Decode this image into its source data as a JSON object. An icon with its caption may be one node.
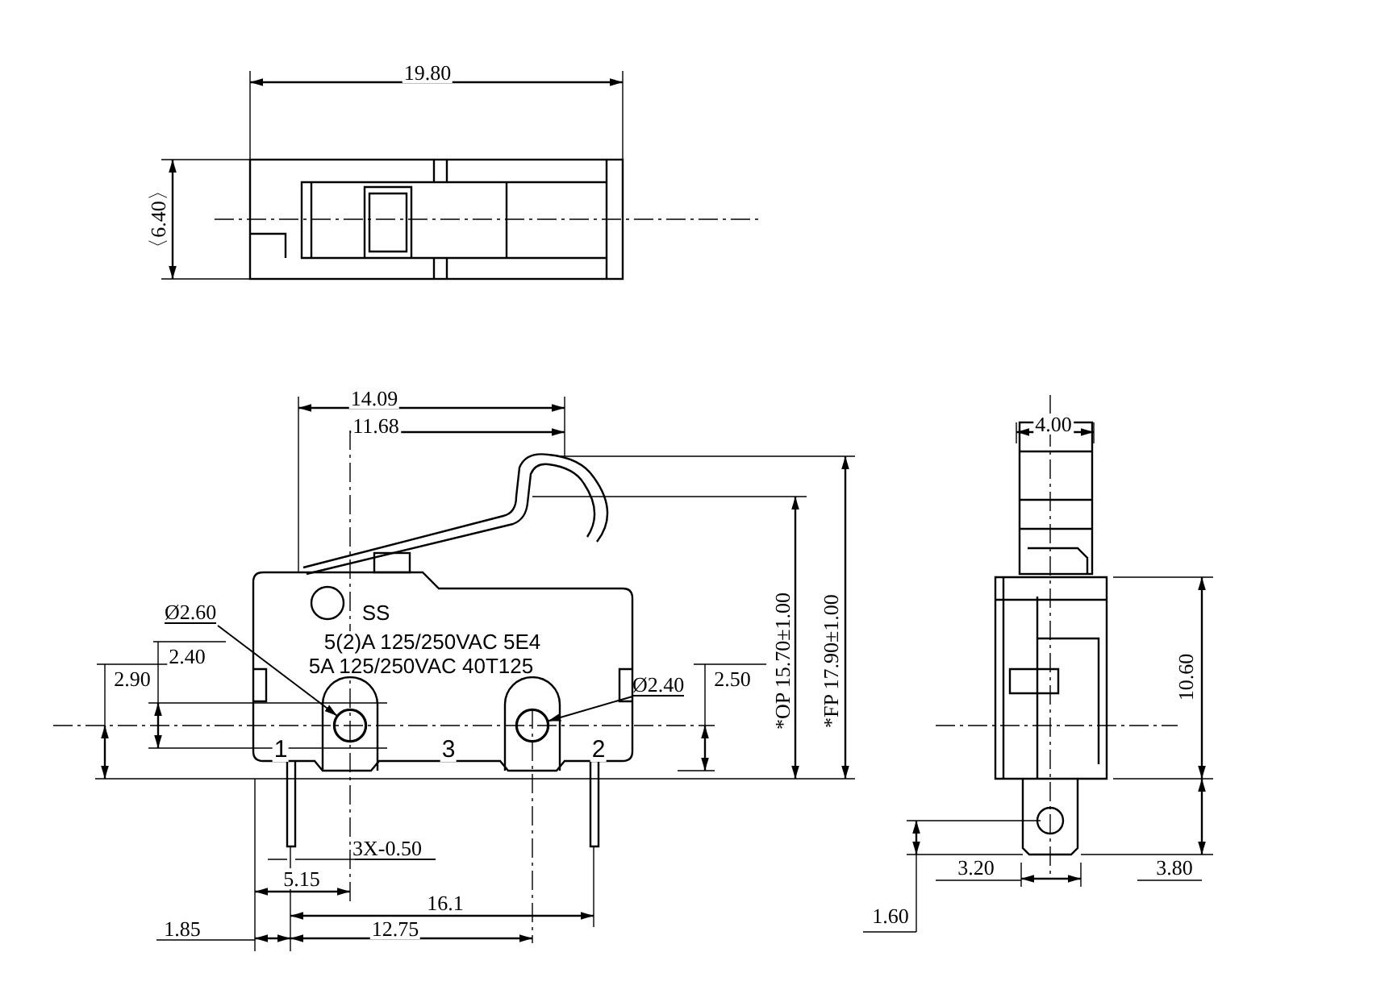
{
  "diagram": {
    "nodes": [
      {
        "text": [
          "Ø2.60"
        ]
      },
      {
        "text": [],
        "shape": "circle"
      },
      {
        "text": [
          "Ø2.40"
        ]
      },
      {
        "text": [],
        "shape": "circle"
      }
    ],
    "edges": [
      {
        "from": 0,
        "to": 1,
        "arrow": "to"
      },
      {
        "from": 2,
        "to": 3,
        "arrow": "to"
      }
    ],
    "labels": [
      "19.80",
      "〈6.40〉",
      "14.09",
      "11.68",
      "4.00",
      "SS",
      "5(2)A 125/250VAC 5E4",
      "5A 125/250VAC 40T125",
      "2.40",
      "2.90",
      "2.50",
      "10.60",
      "*OP 15.70±1.00",
      "*FP 17.90±1.00",
      "1",
      "3",
      "2",
      "3X-0.50",
      "5.15",
      "3.20",
      "3.80",
      "16.1",
      "1.85",
      "12.75",
      "1.60"
    ]
  }
}
